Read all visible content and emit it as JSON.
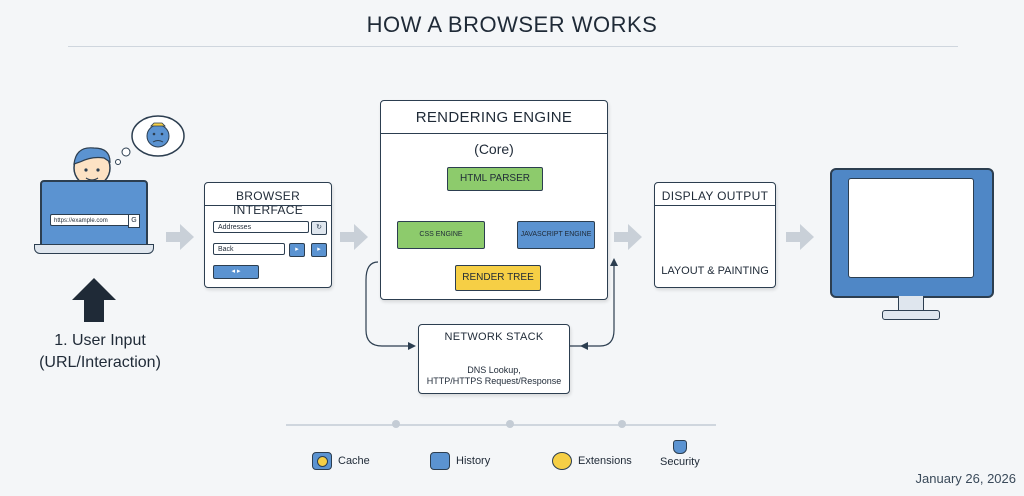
{
  "title": "HOW A BROWSER WORKS",
  "user_input": {
    "line1": "1. User Input",
    "line2": "(URL/Interaction)",
    "laptop_url": "https://example.com"
  },
  "browser_interface": {
    "title": "BROWSER INTERFACE",
    "field1": "Addresses",
    "field2": "Back"
  },
  "rendering_engine": {
    "title": "RENDERING ENGINE",
    "subtitle": "(Core)",
    "html_parser": "HTML PARSER",
    "css_engine": "CSS ENGINE",
    "js_engine": "JAVASCRIPT ENGINE",
    "render_tree": "RENDER TREE"
  },
  "network_stack": {
    "title": "NETWORK STACK",
    "line1": "DNS Lookup,",
    "line2": "HTTP/HTTPS Request/Response"
  },
  "display_output": {
    "title": "DISPLAY OUTPUT",
    "label": "LAYOUT & PAINTING"
  },
  "legend": [
    {
      "label": "Cache",
      "icon": "cache-icon"
    },
    {
      "label": "History",
      "icon": "history-icon"
    },
    {
      "label": "Extensions",
      "icon": "extensions-icon"
    },
    {
      "label": "Security",
      "icon": "security-icon"
    }
  ],
  "date": "January 26, 2026",
  "colors": {
    "blue": "#5b93d1",
    "green": "#8dcb6c",
    "yellow": "#f6cf45",
    "outline": "#2c3e50"
  }
}
